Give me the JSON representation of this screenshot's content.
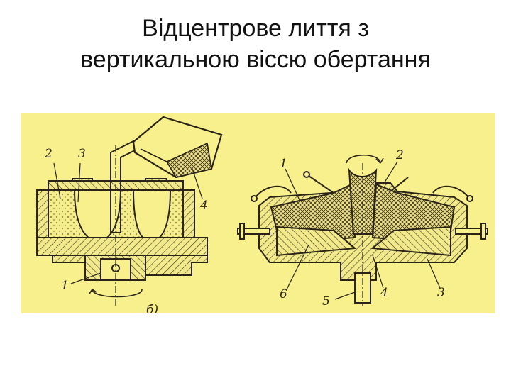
{
  "title": {
    "line1": "Відцентрове лиття з",
    "line2": "вертикальною віссю обертання"
  },
  "colors": {
    "paper": "#f7f08c",
    "ink": "#2a2418",
    "hatch": "#3b3426",
    "background": "#ffffff"
  },
  "figure": {
    "left_labels": {
      "l1": "1",
      "l2": "2",
      "l3": "3",
      "l4": "4"
    },
    "right_labels": {
      "r1": "1",
      "r2": "2",
      "r3": "3",
      "r4": "4",
      "r5": "5",
      "r6": "6"
    },
    "caption_partial": "б)"
  }
}
